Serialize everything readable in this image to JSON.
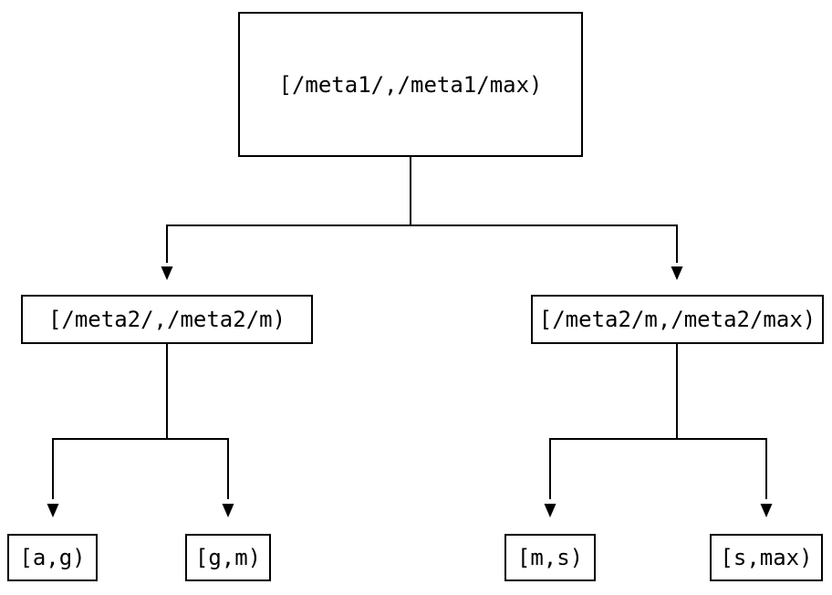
{
  "diagram": {
    "type": "tree",
    "background_color": "#ffffff",
    "line_color": "#000000",
    "text_color": "#000000",
    "root": {
      "label": "[/meta1/,/meta1/max)",
      "children": [
        {
          "label": "[/meta2/,/meta2/m)",
          "children": [
            {
              "label": "[a,g)"
            },
            {
              "label": "[g,m)"
            }
          ]
        },
        {
          "label": "[/meta2/m,/meta2/max)",
          "children": [
            {
              "label": "[m,s)"
            },
            {
              "label": "[s,max)"
            }
          ]
        }
      ]
    }
  }
}
